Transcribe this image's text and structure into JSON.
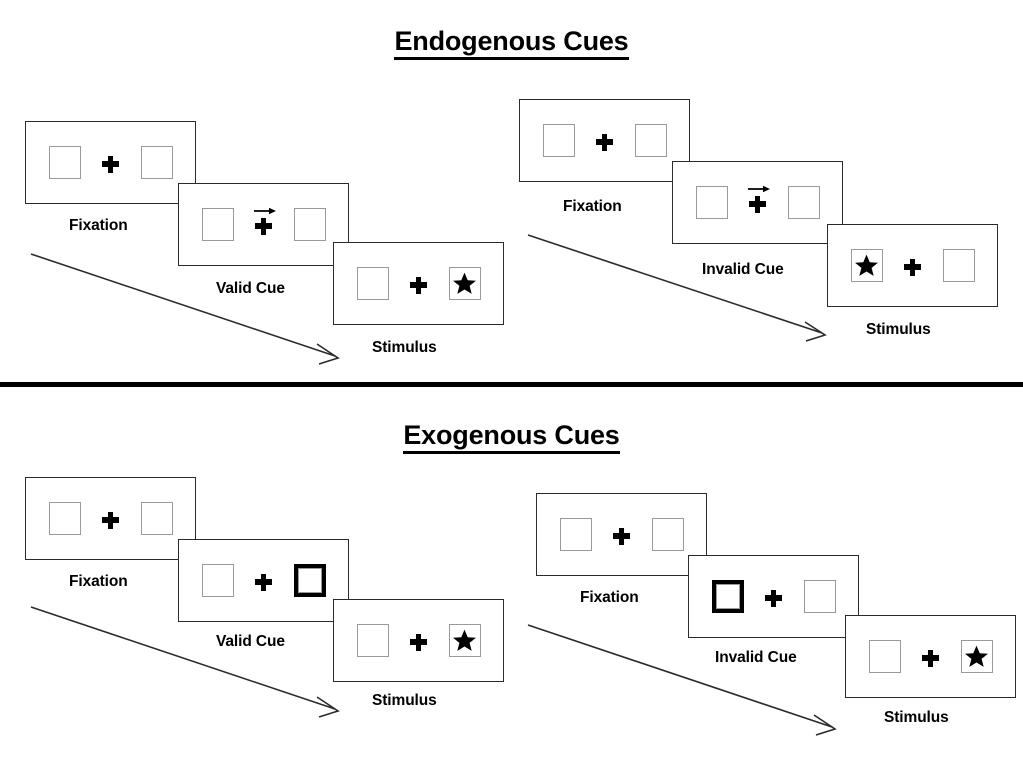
{
  "figure": {
    "title_top": "Endogenous Cues",
    "title_bottom": "Exogenous Cues"
  },
  "sections": [
    {
      "id": "endogenous",
      "title": "Endogenous Cues",
      "cue_type": "central-arrow",
      "trials": [
        {
          "id": "endogenous-valid",
          "validity": "valid",
          "panels": [
            {
              "name": "fixation",
              "label": "Fixation",
              "left_box": "empty",
              "right_box": "empty",
              "center": "plus",
              "arrow": "none"
            },
            {
              "name": "cue",
              "label": "Valid Cue",
              "left_box": "empty",
              "right_box": "empty",
              "center": "plus",
              "arrow": "right"
            },
            {
              "name": "stimulus",
              "label": "Stimulus",
              "left_box": "empty",
              "right_box": "star",
              "center": "plus",
              "arrow": "none"
            }
          ]
        },
        {
          "id": "endogenous-invalid",
          "validity": "invalid",
          "panels": [
            {
              "name": "fixation",
              "label": "Fixation",
              "left_box": "empty",
              "right_box": "empty",
              "center": "plus",
              "arrow": "none"
            },
            {
              "name": "cue",
              "label": "Invalid Cue",
              "left_box": "empty",
              "right_box": "empty",
              "center": "plus",
              "arrow": "right"
            },
            {
              "name": "stimulus",
              "label": "Stimulus",
              "left_box": "star",
              "right_box": "empty",
              "center": "plus",
              "arrow": "none"
            }
          ]
        }
      ]
    },
    {
      "id": "exogenous",
      "title": "Exogenous Cues",
      "cue_type": "peripheral-box-flash",
      "trials": [
        {
          "id": "exogenous-valid",
          "validity": "valid",
          "panels": [
            {
              "name": "fixation",
              "label": "Fixation",
              "left_box": "empty",
              "right_box": "empty",
              "center": "plus",
              "arrow": "none"
            },
            {
              "name": "cue",
              "label": "Valid Cue",
              "left_box": "empty",
              "right_box": "cued",
              "center": "plus",
              "arrow": "none"
            },
            {
              "name": "stimulus",
              "label": "Stimulus",
              "left_box": "empty",
              "right_box": "star",
              "center": "plus",
              "arrow": "none"
            }
          ]
        },
        {
          "id": "exogenous-invalid",
          "validity": "invalid",
          "panels": [
            {
              "name": "fixation",
              "label": "Fixation",
              "left_box": "empty",
              "right_box": "empty",
              "center": "plus",
              "arrow": "none"
            },
            {
              "name": "cue",
              "label": "Invalid Cue",
              "left_box": "cued",
              "right_box": "empty",
              "center": "plus",
              "arrow": "none"
            },
            {
              "name": "stimulus",
              "label": "Stimulus",
              "left_box": "empty",
              "right_box": "star",
              "center": "plus",
              "arrow": "none"
            }
          ]
        }
      ]
    }
  ],
  "time_arrows": [
    {
      "name": "time-arrow-endogenous-left",
      "direction": "down-right"
    },
    {
      "name": "time-arrow-endogenous-right",
      "direction": "down-right"
    },
    {
      "name": "time-arrow-exogenous-left",
      "direction": "down-right"
    },
    {
      "name": "time-arrow-exogenous-right",
      "direction": "down-right"
    }
  ],
  "colors": {
    "stroke": "#2b2b2b",
    "box_border": "#9a9a9a",
    "fill": "#000000",
    "background": "#ffffff",
    "divider": "#000000"
  }
}
